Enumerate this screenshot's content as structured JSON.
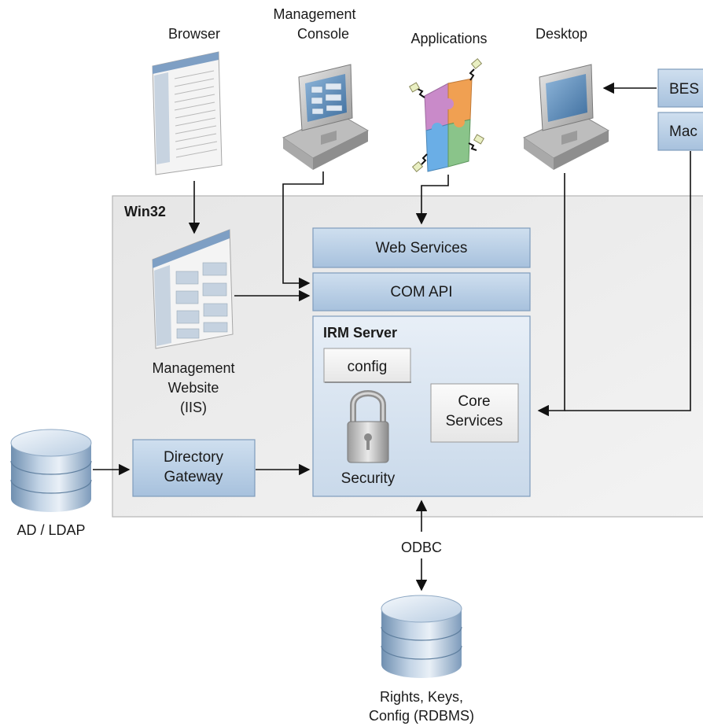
{
  "labels": {
    "browser": "Browser",
    "management_console": [
      "Management",
      "Console"
    ],
    "applications": "Applications",
    "desktop": "Desktop",
    "bes": "BES",
    "mac": "Mac",
    "win32": "Win32",
    "management_website": [
      "Management",
      "Website",
      "(IIS)"
    ],
    "web_services": "Web Services",
    "com_api": "COM API",
    "irm_server": "IRM Server",
    "config": "config",
    "core_services": [
      "Core",
      "Services"
    ],
    "security": "Security",
    "directory_gateway": [
      "Directory",
      "Gateway"
    ],
    "ad_ldap": "AD / LDAP",
    "odbc": "ODBC",
    "rdbms": [
      "Rights, Keys,",
      "Config (RDBMS)"
    ]
  },
  "colors": {
    "box_blue_top": "#c9daec",
    "box_blue_bottom": "#a9c3df",
    "box_border": "#7f9cbc",
    "panel_gray": "#ececec",
    "puzzle": [
      "#c98ac9",
      "#f0a052",
      "#6aaee6",
      "#8ac48a"
    ]
  },
  "icons": [
    "browser-window-icon",
    "monitor-icon",
    "puzzle-icon",
    "padlock-icon",
    "database-icon"
  ]
}
